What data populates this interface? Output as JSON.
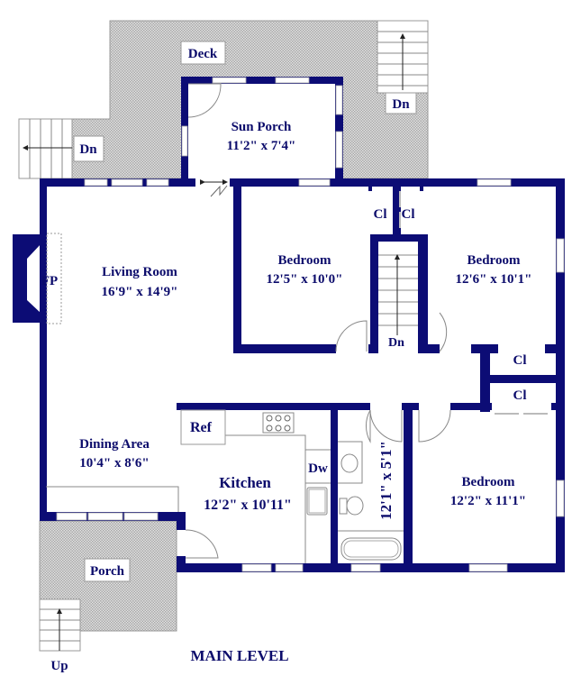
{
  "title": "MAIN LEVEL",
  "colors": {
    "wall": "#0c0c75",
    "text": "#0b0b6b",
    "hatch": "#c8c8c8"
  },
  "rooms": {
    "deck": {
      "name": "Deck"
    },
    "deck_stairs_right": {
      "label": "Dn"
    },
    "deck_stairs_left": {
      "label": "Dn"
    },
    "sun_porch": {
      "name": "Sun Porch",
      "size": "11'2\" x 7'4\""
    },
    "living_room": {
      "name": "Living Room",
      "size": "16'9\" x 14'9\""
    },
    "fireplace": {
      "label": "FP"
    },
    "bedroom_1": {
      "name": "Bedroom",
      "size": "12'5\" x 10'0\""
    },
    "bedroom_2": {
      "name": "Bedroom",
      "size": "12'6\" x 10'1\""
    },
    "bedroom_3": {
      "name": "Bedroom",
      "size": "12'2\" x 11'1\""
    },
    "closets": [
      "Cl",
      "Cl",
      "Cl",
      "Cl"
    ],
    "interior_stairs": {
      "label": "Dn"
    },
    "dining_area": {
      "name": "Dining Area",
      "size": "10'4\" x 8'6\""
    },
    "kitchen": {
      "name": "Kitchen",
      "size": "12'2\" x 10'11\""
    },
    "refrigerator": {
      "label": "Ref"
    },
    "dishwasher": {
      "label": "Dw"
    },
    "bathroom": {
      "size": "12'1\" x 5'1\""
    },
    "porch": {
      "name": "Porch"
    },
    "porch_stairs": {
      "label": "Up"
    }
  }
}
